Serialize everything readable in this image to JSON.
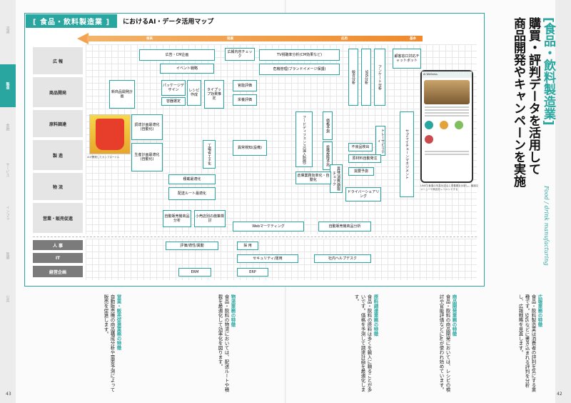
{
  "map": {
    "category": "[ 食品・飲料製造業 ]",
    "title_rest": "におけるAI・データ活用マップ",
    "phases": [
      "将来",
      "発展",
      "応用",
      "基本"
    ]
  },
  "side_tabs_left": [
    "流通",
    "製造",
    "金融",
    "サービス",
    "インフラ",
    "医療",
    "公共"
  ],
  "rows": [
    "広 報",
    "商品開発",
    "原料調達",
    "製 造",
    "物 流",
    "営業・販売促進",
    "人 事",
    "IT",
    "経営企画"
  ],
  "boxes": {
    "ad_cm": "広告・CM企画",
    "event": "イベント戦略",
    "ad_check": "広報内容チェック",
    "tv_sns": "TV視聴率分析(CM効果など)",
    "risk": "危機管理(ブランドイメージ保護)",
    "new_product": "新商品開発計画",
    "package": "パッケージデザイン",
    "recipe": "レシピ作成",
    "type_hypo": "タイプップ効果推定",
    "taste": "官能評価",
    "nutrition": "栄養評価",
    "capacity": "容器選定",
    "plan_opt": "調達計画最適化(自動化)",
    "prod_plan": "生産計画最適化(自動化)",
    "anomaly": "異常検知(設備)",
    "factory": "工場省エネ化",
    "food_def": "フードディフェンス(混入防御)",
    "price_pred": "価格予測",
    "qual_check": "賞味(消費)期限チェック",
    "inspect": "設備故障予兆",
    "stock_opt": "倉庫業務効率化・自動化",
    "loading": "積載最適化",
    "route": "配送ルート最適化",
    "vending": "自動販売機商品分析",
    "small_store": "小売店別の施策検討",
    "web_mkt": "Webマーケティング",
    "vending_sales": "自動販売機商品分析",
    "competitor": "競合分析",
    "sns_analysis": "SNS分析",
    "survey": "アンケート分析",
    "chatbot": "顧客窓口対応チャットボット",
    "supply_chain": "サプライチェーンマネジメント",
    "trace": "トレーサビリティ",
    "defect": "不良品検出",
    "material": "原材料自動発注",
    "demand": "需要予測",
    "driver_share": "ドライバーシェアリング",
    "hr_eval": "評価/適性/異動",
    "hire": "採 用",
    "security": "セキュリティ/運用",
    "helpdesk": "社内ヘルプデスク",
    "erm": "ERM",
    "erp": "ERP"
  },
  "captions": {
    "product": "AIが開発したカップヌードル",
    "phone": "LINEで食事の写真を送ると栄養素を分析し、最適なメニューや商品をレコメンドする"
  },
  "phone": {
    "app_name": "AI Wellness"
  },
  "headline": {
    "line1": "[食品・飲料製造業]",
    "line2": "購買・評判データを活用して",
    "line3": "商品開発やキャンペーンを実施"
  },
  "subtitle": "Food / drink manufacturing",
  "article": [
    {
      "head": "広報業務の特徴",
      "body": "食品・飲料製造業は消費者の評判を気にする業種です。SNSなどに書き込まれる評判を分析し、広報戦略を見直します。"
    },
    {
      "head": "商品開発業務の特徴",
      "body": "食品・飲料の商品開発においては、レシピの検討や官能評価などにAIが使われ始めています。"
    },
    {
      "head": "原料調達業務の特徴",
      "body": "食品・飲料の原料は多くを輸入に頼ることが多いです。価格を予測して調達計画を最適化します。"
    },
    {
      "head": "物流業務の特徴",
      "body": "食品・飲料の物流においては、配送ルートや積載を最適化して効率化を図ります。"
    },
    {
      "head": "営業・販売促進業務の特徴",
      "body": "自動販売機の商品構成分析や需要予測によって販売を促進します。"
    }
  ],
  "page_numbers": {
    "left": "43",
    "right": "42"
  }
}
